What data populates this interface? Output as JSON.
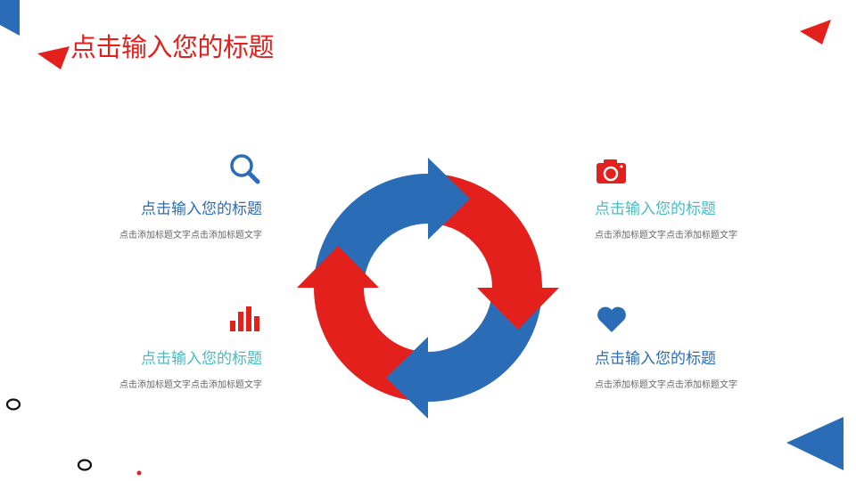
{
  "title": "点击输入您的标题",
  "colors": {
    "red": "#e4201c",
    "blue": "#2b6cb6",
    "teal": "#45bcc4"
  },
  "items": [
    {
      "icon": "search-icon",
      "heading": "点击输入您的标题",
      "text": "点击添加标题文字点击添加标题文字"
    },
    {
      "icon": "camera-icon",
      "heading": "点击输入您的标题",
      "text": "点击添加标题文字点击添加标题文字"
    },
    {
      "icon": "bar-chart-icon",
      "heading": "点击输入您的标题",
      "text": "点击添加标题文字点击添加标题文字"
    },
    {
      "icon": "heart-icon",
      "heading": "点击输入您的标题",
      "text": "点击添加标题文字点击添加标题文字"
    }
  ]
}
